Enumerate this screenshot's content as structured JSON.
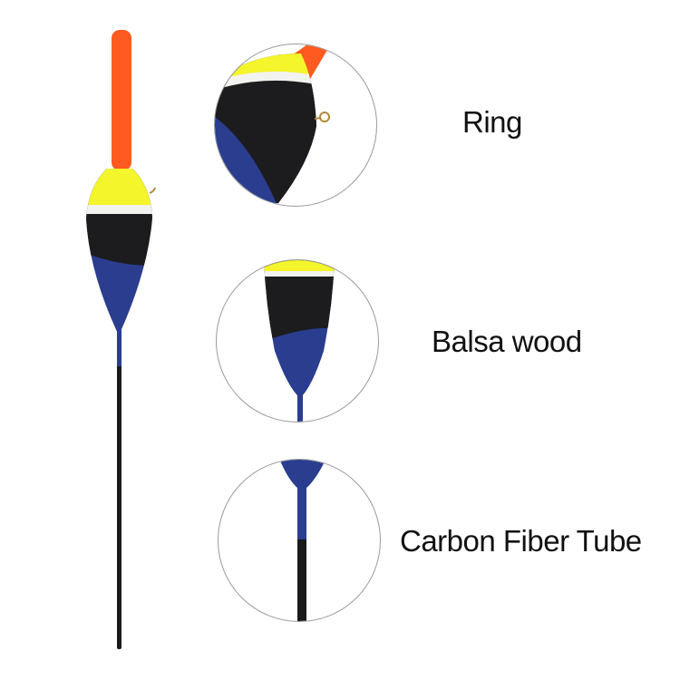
{
  "labels": {
    "ring": "Ring",
    "balsa": "Balsa wood",
    "carbon": "Carbon Fiber Tube"
  },
  "colors": {
    "antenna": "#ff5a1f",
    "yellow": "#f4f52a",
    "white_band": "#f2f2ee",
    "black": "#1c1c1e",
    "blue": "#2a3d8f",
    "stem": "#1a1a1a",
    "ring": "#b08a3a",
    "circle_border": "#9a9a9a"
  }
}
